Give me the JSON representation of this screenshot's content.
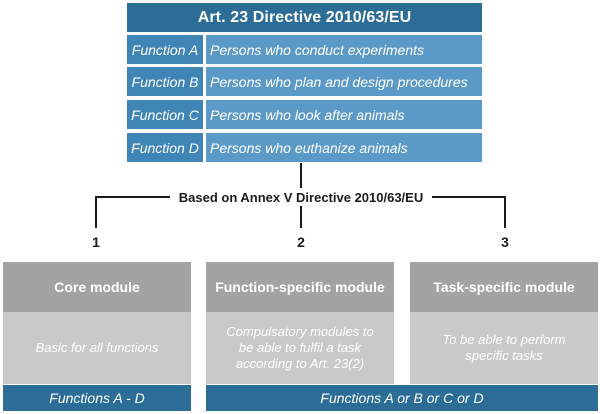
{
  "title": "Art. 23 Directive 2010/63/EU",
  "functions": [
    {
      "label": "Function A",
      "description": "Persons who conduct experiments"
    },
    {
      "label": "Function B",
      "description": "Persons who plan and design procedures"
    },
    {
      "label": "Function C",
      "description": "Persons who look after animals"
    },
    {
      "label": "Function D",
      "description": "Persons who euthanize animals"
    }
  ],
  "bracket_label": "Based on Annex V Directive 2010/63/EU",
  "branch_numbers": [
    "1",
    "2",
    "3"
  ],
  "modules": [
    {
      "title": "Core module",
      "description": "Basic for all functions"
    },
    {
      "title": "Function-specific module",
      "description": "Compulsatory modules to be able to fulfil a task according to Art. 23(2)"
    },
    {
      "title": "Task-specific module",
      "description": "To be able to perform specific tasks"
    }
  ],
  "bottom_bars": [
    "Functions A - D",
    "Functions A or B or C or D"
  ],
  "colors": {
    "dark_blue": "#2b6d97",
    "mid_blue": "#3f86b6",
    "light_blue": "#5b9ac6",
    "module_header_gray": "#a3a3a3",
    "module_body_gray": "#c9c9c9"
  }
}
